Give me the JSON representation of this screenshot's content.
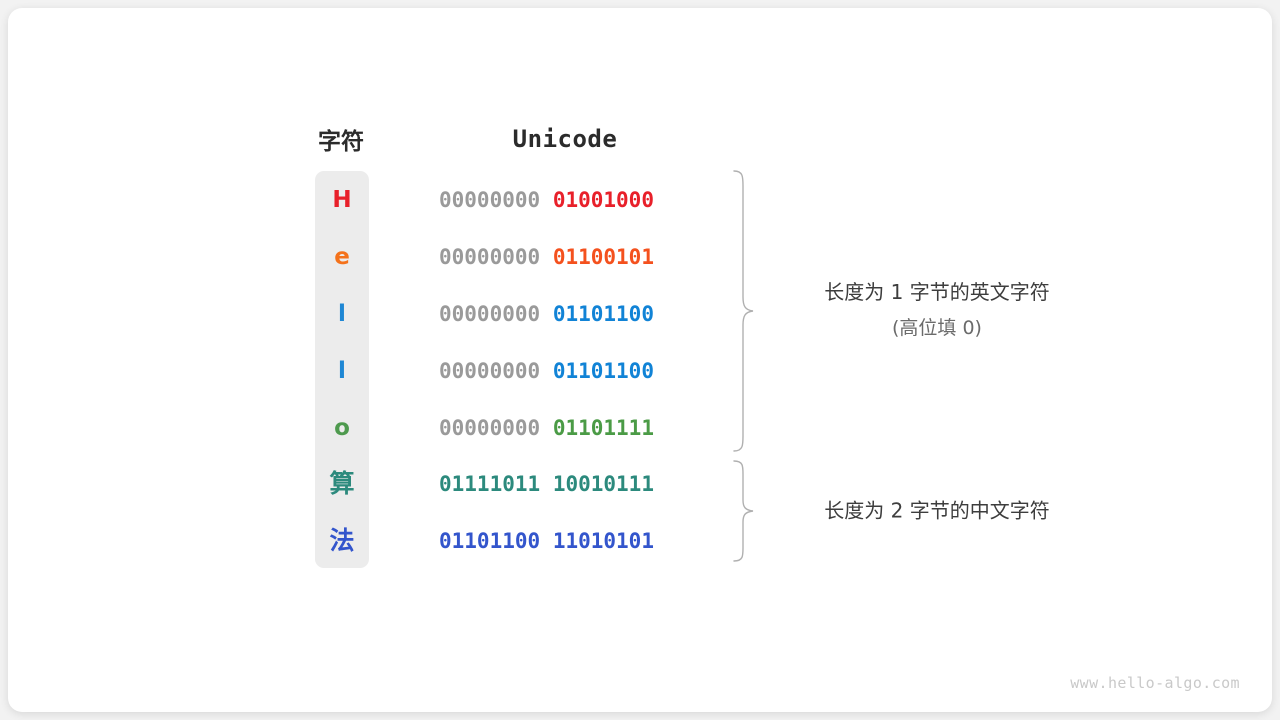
{
  "figure": {
    "background_color": "#f2f2f2",
    "card_color": "#ffffff",
    "panel_color": "#ececec"
  },
  "headers": {
    "char_column": "字符",
    "code_column": "Unicode"
  },
  "rows": [
    {
      "char": "H",
      "char_color": "#e8202a",
      "high_byte": "00000000",
      "low_byte": "01001000",
      "low_byte_color": "#e8202a",
      "high_byte_color": "#9a9a9a"
    },
    {
      "char": "e",
      "char_color": "#f4721b",
      "high_byte": "00000000",
      "low_byte": "01100101",
      "low_byte_color": "#f4511e",
      "high_byte_color": "#9a9a9a"
    },
    {
      "char": "l",
      "char_color": "#1f87d4",
      "high_byte": "00000000",
      "low_byte": "01101100",
      "low_byte_color": "#1183d6",
      "high_byte_color": "#9a9a9a"
    },
    {
      "char": "l",
      "char_color": "#1f87d4",
      "high_byte": "00000000",
      "low_byte": "01101100",
      "low_byte_color": "#1183d6",
      "high_byte_color": "#9a9a9a"
    },
    {
      "char": "o",
      "char_color": "#4e9a4e",
      "high_byte": "00000000",
      "low_byte": "01101111",
      "low_byte_color": "#4b9b46",
      "high_byte_color": "#9a9a9a"
    },
    {
      "char": "算",
      "char_color": "#2c8a7d",
      "high_byte": "01111011",
      "low_byte": "10010111",
      "low_byte_color": "#2c8a7d",
      "high_byte_color": "#2c8a7d"
    },
    {
      "char": "法",
      "char_color": "#3355cc",
      "high_byte": "01101100",
      "low_byte": "11010101",
      "low_byte_color": "#3355cc",
      "high_byte_color": "#3355cc"
    }
  ],
  "annotations": [
    {
      "main": "长度为 1 字节的英文字符",
      "sub": "(高位填 0)"
    },
    {
      "main": "长度为 2 字节的中文字符",
      "sub": ""
    }
  ],
  "watermark": "www.hello-algo.com"
}
